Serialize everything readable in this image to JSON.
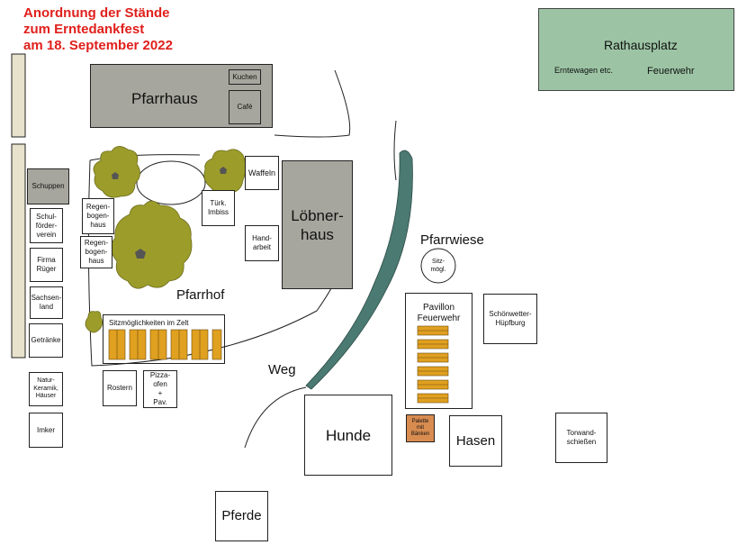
{
  "title": [
    "Anordnung der Stände",
    "zum Erntedankfest",
    "am 18. September 2022"
  ],
  "colors": {
    "title": "#e0201c",
    "building": "#a6a69e",
    "rathausplatz": "#9cc4a4",
    "tree": "#9c9c2a",
    "path": "#4a7a72",
    "bench": "#e0a020",
    "palette": "#d88c50"
  },
  "labels": {
    "rathausplatz": "Rathausplatz",
    "erntewagen": "Erntewagen etc.",
    "feuerwehr": "Feuerwehr",
    "pfarrhaus": "Pfarrhaus",
    "kuchen": "Kuchen",
    "cafe": "Café",
    "schuppen": "Schuppen",
    "schulfoerderverein": "Schul-\nförder-\nverein",
    "firma_rueger": "Firma\nRüger",
    "sachsenland": "Sachsen-\nland",
    "getraenke": "Getränke",
    "naturkeramik": "Natur-\nKeramik,\nHäuser",
    "imker": "Imker",
    "regenbogenhaus_1": "Regen-\nbogen-\nhaus",
    "regenbogenhaus_2": "Regen-\nbogen-\nhaus",
    "waffeln": "Waffeln",
    "tuerk_imbiss": "Türk.\nImbiss",
    "handarbeit": "Hand-\narbeit",
    "loebnerhaus": "Löbner-\nhaus",
    "pfarrhof": "Pfarrhof",
    "zelt": "Sitzmöglichkeiten im Zelt",
    "rostern": "Rostern",
    "pizzaofen": "Pizza-\nofen\n+\nPav.",
    "weg": "Weg",
    "pfarrwiese": "Pfarrwiese",
    "sitzmoegl": "Sitz-\nmögl.",
    "pavillon": "Pavillon\nFeuerwehr",
    "schoenwetter": "Schönwetter-\nHüpfburg",
    "palette": "Palette\nmit\nBänken",
    "hunde": "Hunde",
    "hasen": "Hasen",
    "torwand": "Torwand-\nschießen",
    "pferde": "Pferde"
  }
}
